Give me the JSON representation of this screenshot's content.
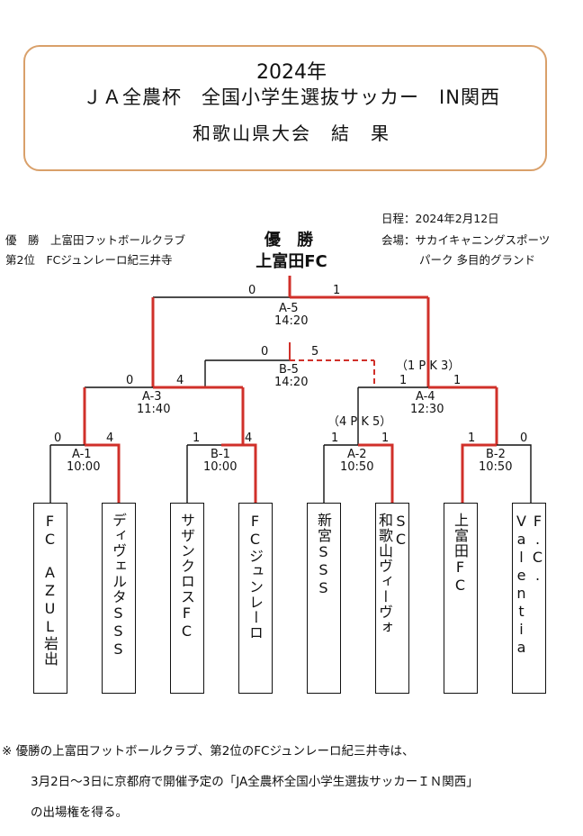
{
  "header": {
    "year": "2024年",
    "title": "ＪＡ全農杯　全国小学生選抜サッカー　IN関西",
    "subtitle": "和歌山県大会　結　果"
  },
  "results": {
    "winner_line": "優　勝　上富田フットボールクラブ",
    "second_line": "第2位　FCジュンレーロ紀三井寺"
  },
  "schedule": {
    "date_line": "日程：2024年2月12日",
    "venue_line1": "会場：サカイキャニングスポーツ",
    "venue_line2": "パーク 多目的グランド"
  },
  "champion": {
    "title": "優 勝",
    "team": "上富田FC"
  },
  "matches": {
    "a5": {
      "code": "A-5",
      "time": "14:20",
      "score_left": "0",
      "score_right": "1"
    },
    "b5": {
      "code": "B-5",
      "time": "14:20",
      "score_left": "0",
      "score_right": "5"
    },
    "a3": {
      "code": "A-3",
      "time": "11:40",
      "score_left": "0",
      "score_right": "4"
    },
    "a4": {
      "code": "A-4",
      "time": "12:30",
      "score_left": "1",
      "score_right": "1",
      "pk": "（1 P K 3）"
    },
    "a1": {
      "code": "A-1",
      "time": "10:00",
      "score_left": "0",
      "score_right": "4"
    },
    "b1": {
      "code": "B-1",
      "time": "10:00",
      "score_left": "1",
      "score_right": "4"
    },
    "a2": {
      "code": "A-2",
      "time": "10:50",
      "score_left": "1",
      "score_right": "1",
      "pk": "（4 P K 5）"
    },
    "b2": {
      "code": "B-2",
      "time": "10:50",
      "score_left": "1",
      "score_right": "0"
    }
  },
  "teams": [
    "FC　AZUL岩出",
    "ディヴェルタSSS",
    "サザンクロスFC",
    "FCジュンレーロ",
    "新宮SSS",
    "和歌山ヴィーヴォ",
    "上富田FC",
    "Valentia"
  ],
  "teams_extra": {
    "t6_col1": "SC",
    "t8_col1": "F.C."
  },
  "colors": {
    "winner_line": "#d0302a",
    "line": "#111111",
    "frame": "#d9a06a"
  },
  "note": {
    "line1": "※ 優勝の上富田フットボールクラブ、第2位のFCジュンレーロ紀三井寺は、",
    "line2": "3月2日～3日に京都府で開催予定の「JA全農杯全国小学生選抜サッカーＩＮ関西」",
    "line3": "の出場権を得る。"
  }
}
